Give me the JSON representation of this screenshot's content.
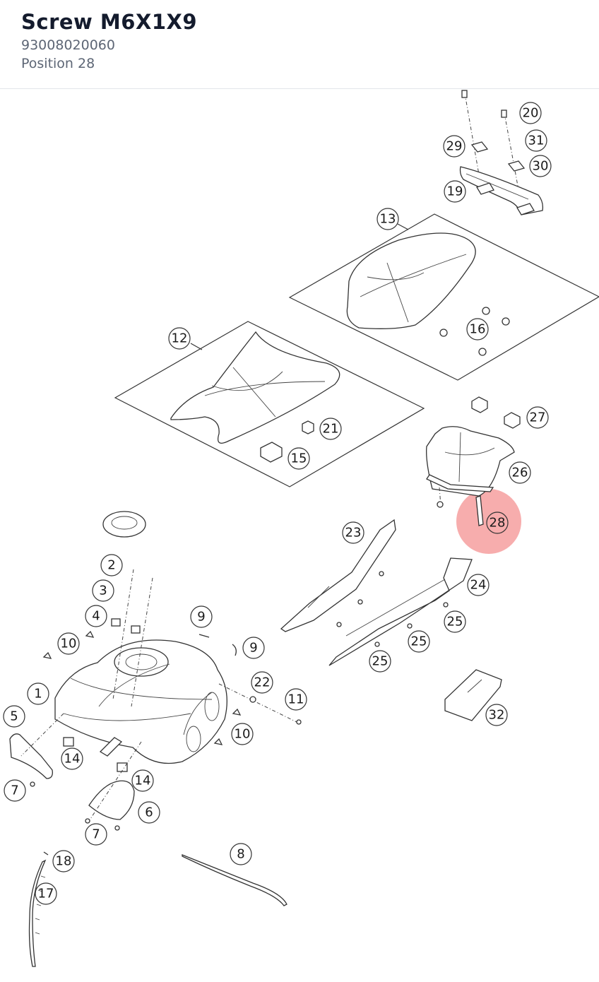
{
  "header": {
    "title": "Screw M6X1X9",
    "part_number": "93008020060",
    "position": "Position 28"
  },
  "accent_color": "#f06a6a",
  "highlighted_position": "28",
  "callouts": [
    "20",
    "29",
    "31",
    "30",
    "19",
    "13",
    "16",
    "12",
    "21",
    "15",
    "27",
    "26",
    "28",
    "23",
    "24",
    "25",
    "25",
    "25",
    "2",
    "3",
    "4",
    "9",
    "9",
    "10",
    "10",
    "1",
    "5",
    "22",
    "11",
    "14",
    "14",
    "6",
    "7",
    "7",
    "32",
    "8",
    "18",
    "17"
  ]
}
